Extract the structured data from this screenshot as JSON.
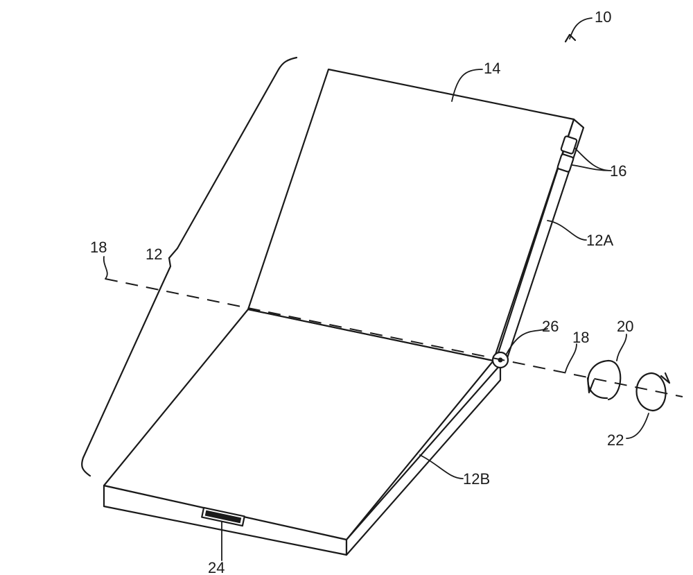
{
  "labels": {
    "device": "10",
    "housing": "12",
    "upper_housing": "12A",
    "lower_housing": "12B",
    "display": "14",
    "buttons": "16",
    "axis_left": "18",
    "axis_right": "18",
    "rotation_a": "20",
    "rotation_b": "22",
    "connector": "24",
    "hinge": "26"
  }
}
